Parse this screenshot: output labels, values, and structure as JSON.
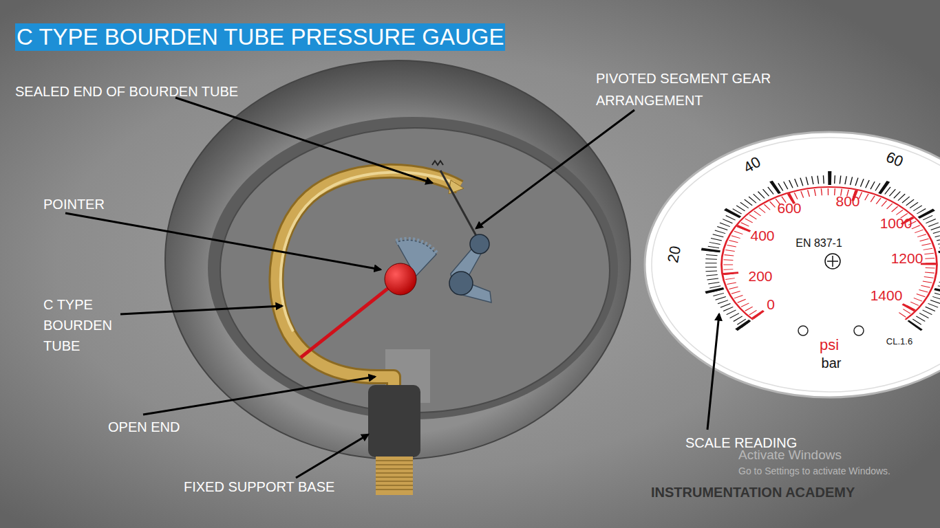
{
  "diagram": {
    "title": "C TYPE BOURDEN TUBE PRESSURE GAUGE",
    "nodes": [
      {
        "text": [
          "40",
          "60",
          "20",
          "600",
          "800",
          "1000",
          "400",
          "1200",
          "200",
          "1400",
          "0",
          "EN 837-1",
          "psi",
          "bar",
          "CL.1.6"
        ]
      }
    ],
    "labels": [
      "SEALED END OF BOURDEN TUBE",
      "PIVOTED SEGMENT GEAR ARRANGEMENT",
      "POINTER",
      "C TYPE BOURDEN TUBE",
      "OPEN END",
      "FIXED SUPPORT BASE",
      "SCALE READING",
      "INSTRUMENTATION ACADEMY",
      "Activate Windows",
      "Go to Settings to activate Windows."
    ]
  }
}
